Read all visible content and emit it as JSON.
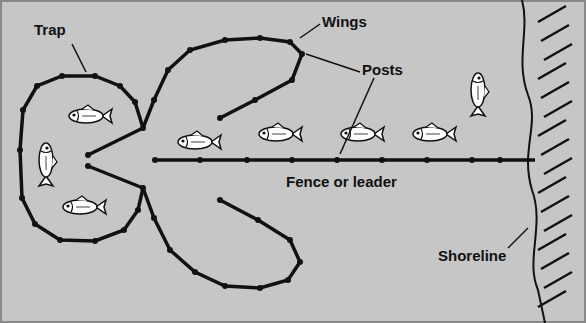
{
  "diagram": {
    "labels": [
      "Trap",
      "Wings",
      "Posts",
      "Fence or leader",
      "Shoreline"
    ]
  }
}
